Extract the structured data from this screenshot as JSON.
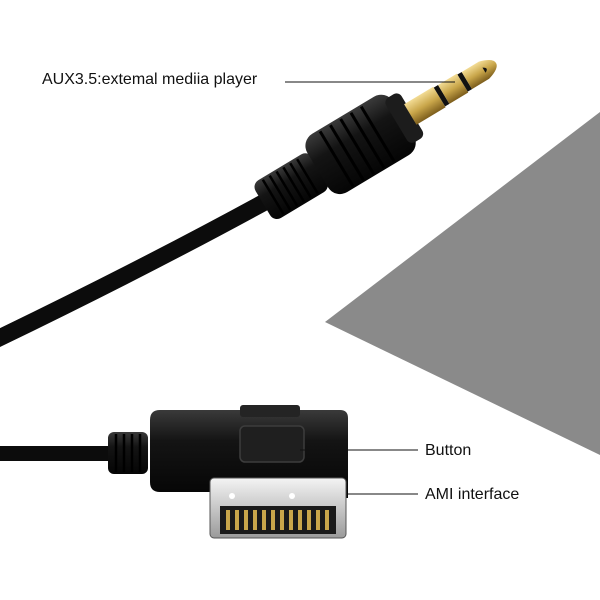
{
  "callouts": {
    "aux": "AUX3.5:extemal mediia player",
    "button": "Button",
    "ami": "AMI interface"
  },
  "colors": {
    "background": "#ffffff",
    "light_cone": "#8a8a8a",
    "cable": "#0c0c0c",
    "plug_metal": "#c9a64a",
    "text": "#111111"
  }
}
